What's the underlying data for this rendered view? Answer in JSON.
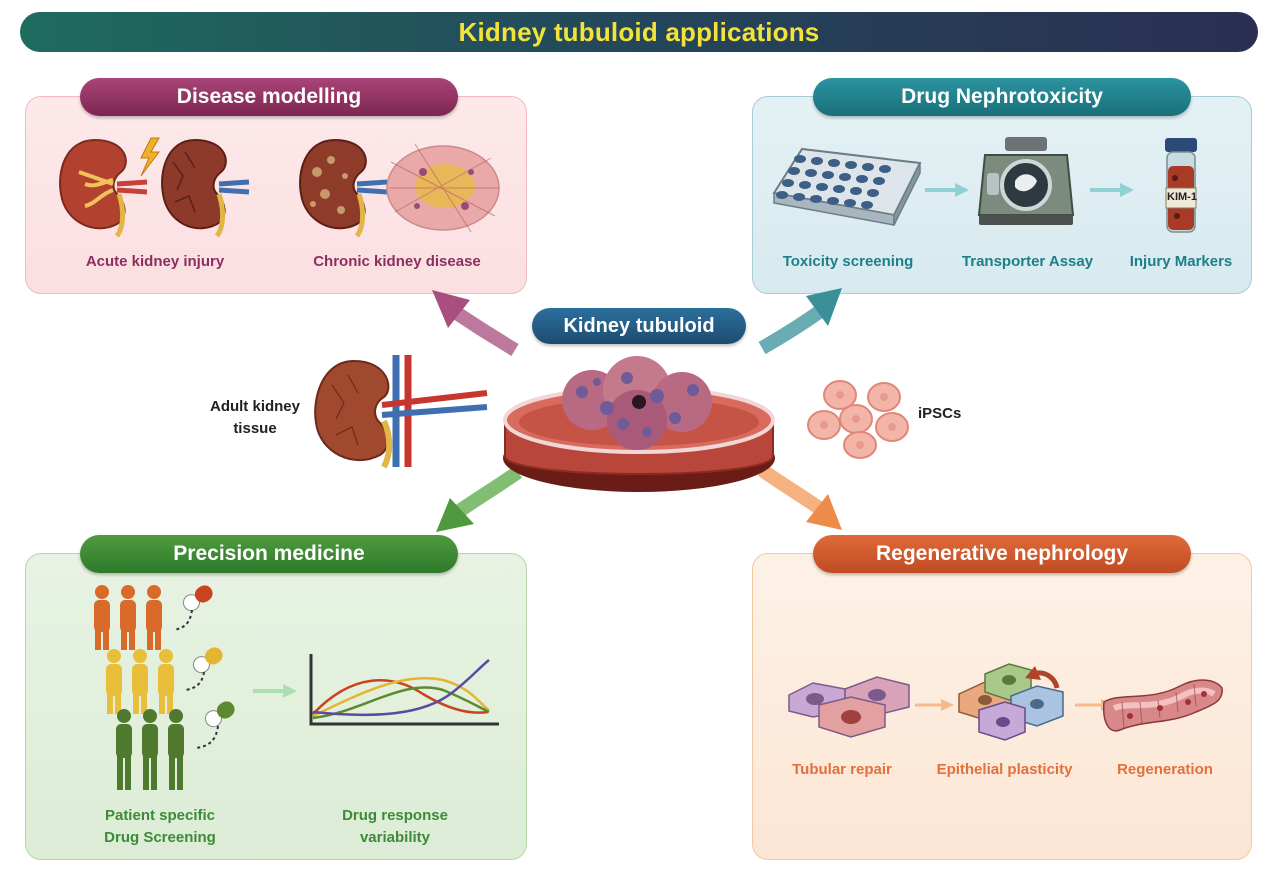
{
  "title": "Kidney tubuloid applications",
  "center": {
    "title": "Kidney tubuloid",
    "source_left": [
      "Adult kidney",
      "tissue"
    ],
    "source_right": "iPSCs"
  },
  "panels": {
    "disease": {
      "title": "Disease modelling",
      "items": [
        "Acute kidney injury",
        "Chronic kidney disease"
      ],
      "color": "#8c2f5e"
    },
    "drug": {
      "title": "Drug Nephrotoxicity",
      "items": [
        "Toxicity screening",
        "Transporter Assay",
        "Injury Markers"
      ],
      "marker_label": "KIM-1",
      "color": "#1c7f8a"
    },
    "precision": {
      "title": "Precision medicine",
      "items": [
        [
          "Patient specific",
          "Drug Screening"
        ],
        [
          "Drug response",
          "variability"
        ]
      ],
      "color": "#3d8a3a"
    },
    "regen": {
      "title": "Regenerative nephrology",
      "items": [
        "Tubular repair",
        "Epithelial plasticity",
        "Regeneration"
      ],
      "color": "#e3703a"
    }
  }
}
